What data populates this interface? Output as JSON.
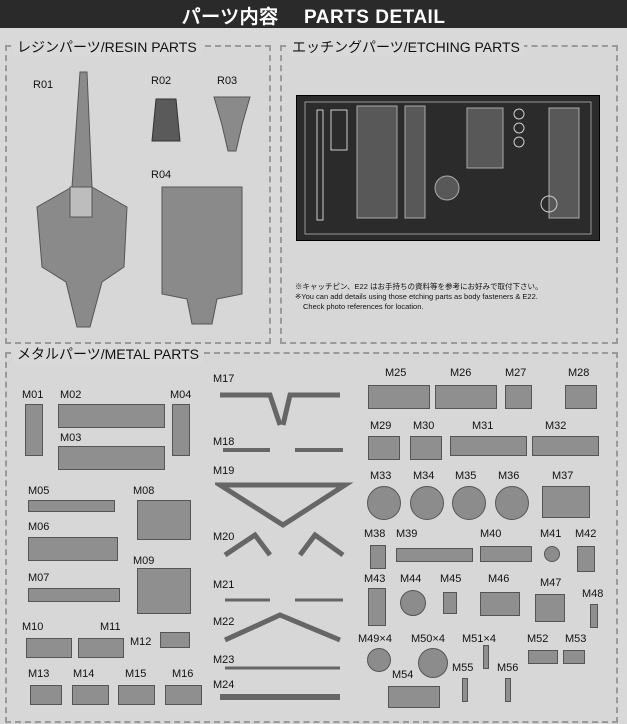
{
  "header": {
    "title": "パーツ内容　 PARTS DETAIL"
  },
  "resin": {
    "title": "レジンパーツ/RESIN PARTS",
    "parts": [
      "R01",
      "R02",
      "R03",
      "R04"
    ]
  },
  "etching": {
    "title": "エッチングパーツ/ETCHING PARTS",
    "note_jp": "※キャッチピン、E22 はお手持ちの資料等を参考にお好みで取付下さい。",
    "note_en1": "※You can add details using those etching parts as body fasteners & E22.",
    "note_en2": "Check photo references for location."
  },
  "metal": {
    "title": "メタルパーツ/METAL PARTS",
    "labels": {
      "m01": "M01",
      "m02": "M02",
      "m03": "M03",
      "m04": "M04",
      "m05": "M05",
      "m06": "M06",
      "m07": "M07",
      "m08": "M08",
      "m09": "M09",
      "m10": "M10",
      "m11": "M11",
      "m12": "M12",
      "m13": "M13",
      "m14": "M14",
      "m15": "M15",
      "m16": "M16",
      "m17": "M17",
      "m18": "M18",
      "m19": "M19",
      "m20": "M20",
      "m21": "M21",
      "m22": "M22",
      "m23": "M23",
      "m24": "M24",
      "m25": "M25",
      "m26": "M26",
      "m27": "M27",
      "m28": "M28",
      "m29": "M29",
      "m30": "M30",
      "m31": "M31",
      "m32": "M32",
      "m33": "M33",
      "m34": "M34",
      "m35": "M35",
      "m36": "M36",
      "m37": "M37",
      "m38": "M38",
      "m39": "M39",
      "m40": "M40",
      "m41": "M41",
      "m42": "M42",
      "m43": "M43",
      "m44": "M44",
      "m45": "M45",
      "m46": "M46",
      "m47": "M47",
      "m48": "M48",
      "m49": "M49×4",
      "m50": "M50×4",
      "m51": "M51×4",
      "m52": "M52",
      "m53": "M53",
      "m54": "M54",
      "m55": "M55",
      "m56": "M56"
    }
  }
}
